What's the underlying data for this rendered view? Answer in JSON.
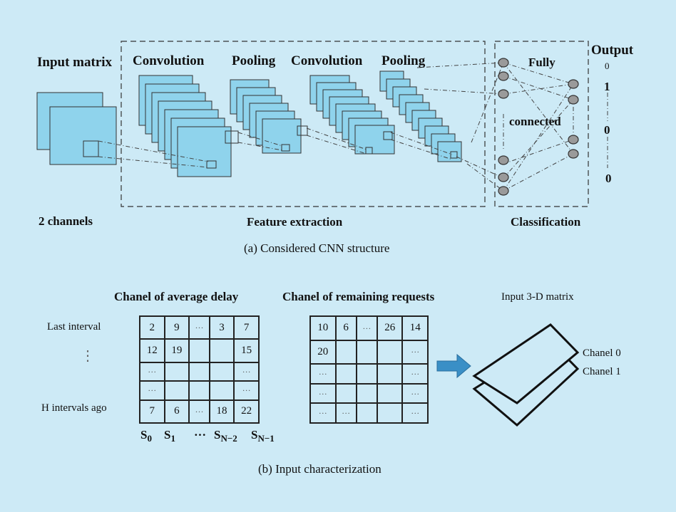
{
  "part_a": {
    "labels": {
      "input_matrix": "Input matrix",
      "convolution_1": "Convolution",
      "pooling_1": "Pooling",
      "convolution_2": "Convolution",
      "pooling_2": "Pooling",
      "fully": "Fully",
      "connected": "connected",
      "output": "Output",
      "two_channels": "2 channels",
      "feature_extraction": "Feature extraction",
      "classification": "Classification"
    },
    "outputs": [
      "0",
      "1",
      "0",
      "0"
    ],
    "caption": "(a) Considered CNN structure"
  },
  "part_b": {
    "title_delay": "Chanel of average delay",
    "title_requests": "Chanel of remaining requests",
    "title_input": "Input 3-D matrix",
    "row_last": "Last interval",
    "row_h": "H intervals ago",
    "row_dots": "⋮",
    "delay_grid": [
      [
        "2",
        "9",
        "···",
        "3",
        "7"
      ],
      [
        "12",
        "19",
        "",
        "",
        "15"
      ],
      [
        "···",
        "",
        "",
        "",
        "···"
      ],
      [
        "···",
        "",
        "",
        "",
        "···"
      ],
      [
        "7",
        "6",
        "···",
        "18",
        "22"
      ]
    ],
    "requests_grid": [
      [
        "10",
        "6",
        "···",
        "26",
        "14"
      ],
      [
        "20",
        "",
        "",
        "",
        "···"
      ],
      [
        "···",
        "",
        "",
        "",
        "···"
      ],
      [
        "···",
        "",
        "",
        "",
        "···"
      ],
      [
        "···",
        "···",
        "",
        "",
        "···"
      ]
    ],
    "columns": [
      {
        "s": "S",
        "sub": "0"
      },
      {
        "s": "S",
        "sub": "1"
      },
      {
        "s": "···",
        "sub": ""
      },
      {
        "s": "S",
        "sub": "N−2"
      },
      {
        "s": "S",
        "sub": "N−1"
      }
    ],
    "chanel_0": "Chanel 0",
    "chanel_1": "Chanel 1",
    "caption": "(b) Input characterization"
  },
  "colors": {
    "background": "#cdeaf6",
    "layer_fill": "#8fd3ec",
    "node_fill": "#9a9a9a",
    "arrow_fill": "#3a8fc6"
  }
}
